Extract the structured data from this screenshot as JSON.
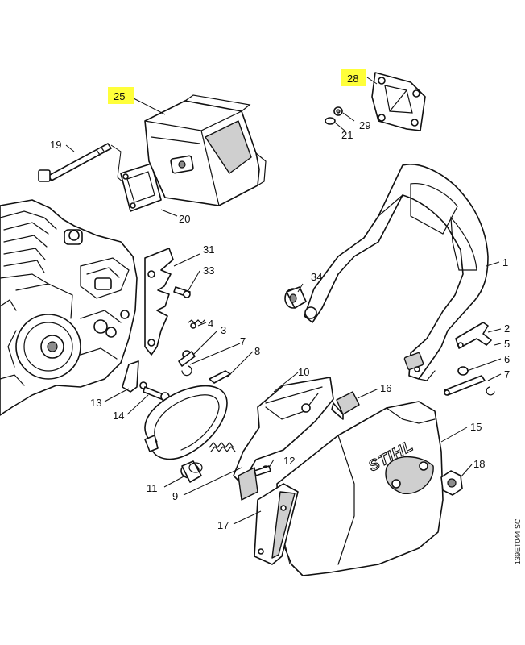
{
  "diagram": {
    "brand_mark": "STIHL",
    "drawing_code": "139ET044 SC",
    "highlight_color": "#ffff3a",
    "highlighted_parts": [
      "25",
      "28"
    ],
    "callouts": {
      "p1": "1",
      "p2": "2",
      "p3": "3",
      "p4": "4",
      "p5": "5",
      "p6": "6",
      "p7": "7",
      "p8": "8",
      "p9": "9",
      "p10": "10",
      "p11": "11",
      "p12": "12",
      "p13": "13",
      "p14": "14",
      "p15": "15",
      "p16": "16",
      "p17": "17",
      "p18": "18",
      "p19": "19",
      "p20": "20",
      "p21": "21",
      "p25": "25",
      "p28": "28",
      "p29": "29",
      "p31": "31",
      "p33": "33",
      "p34": "34"
    }
  }
}
